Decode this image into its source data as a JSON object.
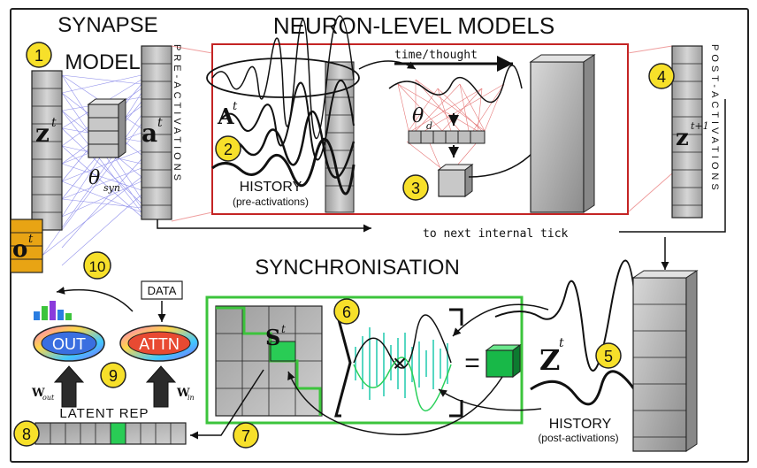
{
  "titles": {
    "synapse_line1": "SYNAPSE",
    "synapse_line2": "MODEL",
    "neuron_level": "NEURON-LEVEL MODELS",
    "synchronisation": "SYNCHRONISATION"
  },
  "labels": {
    "pre_activations": "PRE-ACTIVATIONS",
    "post_activations": "POST-ACTIVATIONS",
    "time_thought": "time/thought",
    "history_top": "HISTORY",
    "history_top_sub": "(pre-activations)",
    "to_next_tick": "to next internal tick",
    "data": "DATA",
    "out": "OUT",
    "attn": "ATTN",
    "latent_rep": "LATENT REP",
    "history_bottom": "HISTORY",
    "history_bottom_sub": "(post-activations)",
    "times_sign": "×",
    "equals_sign": "=",
    "sigma_sign": "∑"
  },
  "math": {
    "z_t": "z",
    "z_t_sup": "t",
    "a_t": "a",
    "a_t_sup": "t",
    "A_t": "A",
    "A_t_sup": "t",
    "theta_syn": "θ",
    "theta_syn_sub": "syn",
    "theta_d": "θ",
    "theta_d_sub": "d",
    "z_next": "z",
    "z_next_sup": "t+1",
    "o_t": "o",
    "o_t_sup": "t",
    "S_t": "S",
    "S_t_sup": "t",
    "Z_t": "Z",
    "Z_t_sup": "t",
    "w_out": "W",
    "w_out_sub": "out",
    "w_in": "W",
    "w_in_sub": "in"
  },
  "badges": [
    "1",
    "2",
    "3",
    "4",
    "5",
    "6",
    "7",
    "8",
    "9",
    "10"
  ],
  "colors": {
    "badge_fill": "#f7e02a",
    "synapse_lines": "#3a3adc",
    "neuron_lines": "#d42020",
    "neuron_box_border": "#c42424",
    "sync_box_border": "#3cc43c",
    "sync_highlight": "#29cc55",
    "output_block": "#e8a414",
    "cube_green": "#18b848",
    "out_oval_fill": "#3a6fe0",
    "attn_oval_fill": "#e84a32"
  }
}
